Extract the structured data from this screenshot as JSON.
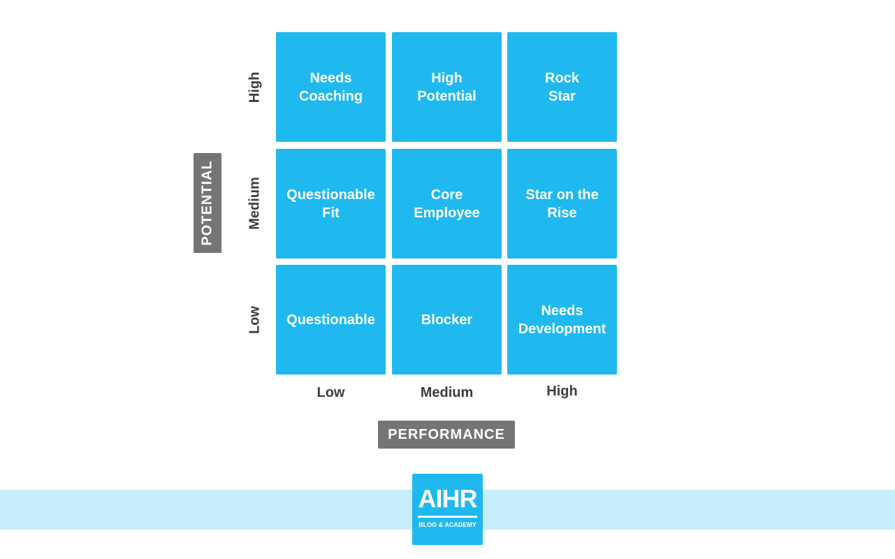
{
  "grid": {
    "rows": [
      [
        "Needs\nCoaching",
        "High\nPotential",
        "Rock\nStar"
      ],
      [
        "Questionable\nFit",
        "Core\nEmployee",
        "Star on the\nRise"
      ],
      [
        "Questionable",
        "Blocker",
        "Needs\nDevelopment"
      ]
    ]
  },
  "x_axis": {
    "title": "PERFORMANCE",
    "ticks": [
      "Low",
      "Medium",
      "High"
    ]
  },
  "y_axis": {
    "title": "POTENTIAL",
    "ticks": [
      "High",
      "Medium",
      "Low"
    ]
  },
  "logo": {
    "main": "AIHR",
    "sub": "BLOG & ACADEMY"
  },
  "colors": {
    "cell": "#1fb9ef",
    "axis_box": "#757575",
    "footer_band": "#c7edfb",
    "tick_text": "#3d3d3d"
  }
}
